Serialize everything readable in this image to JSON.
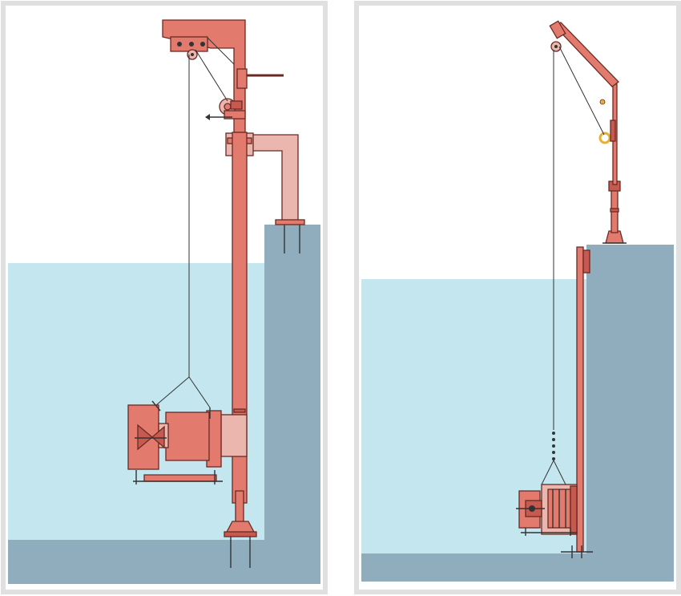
{
  "figure": {
    "panels": [
      {
        "id": "left",
        "variant": "column-mounted lifting frame"
      },
      {
        "id": "right",
        "variant": "jib crane on tank edge with guide rail"
      }
    ],
    "colors": {
      "background": "#ffffff",
      "panel_border": "#e6e6e6",
      "water": "#c3e6ef",
      "tank_wall": "#8fadbd",
      "tank_floor": "#8fadbd",
      "frame_fill": "#e27b6e",
      "frame_dark": "#c75a50",
      "frame_light": "#eab6ad",
      "outline": "#6a2a24",
      "cable": "#333333",
      "hook": "#e3b13a"
    }
  }
}
